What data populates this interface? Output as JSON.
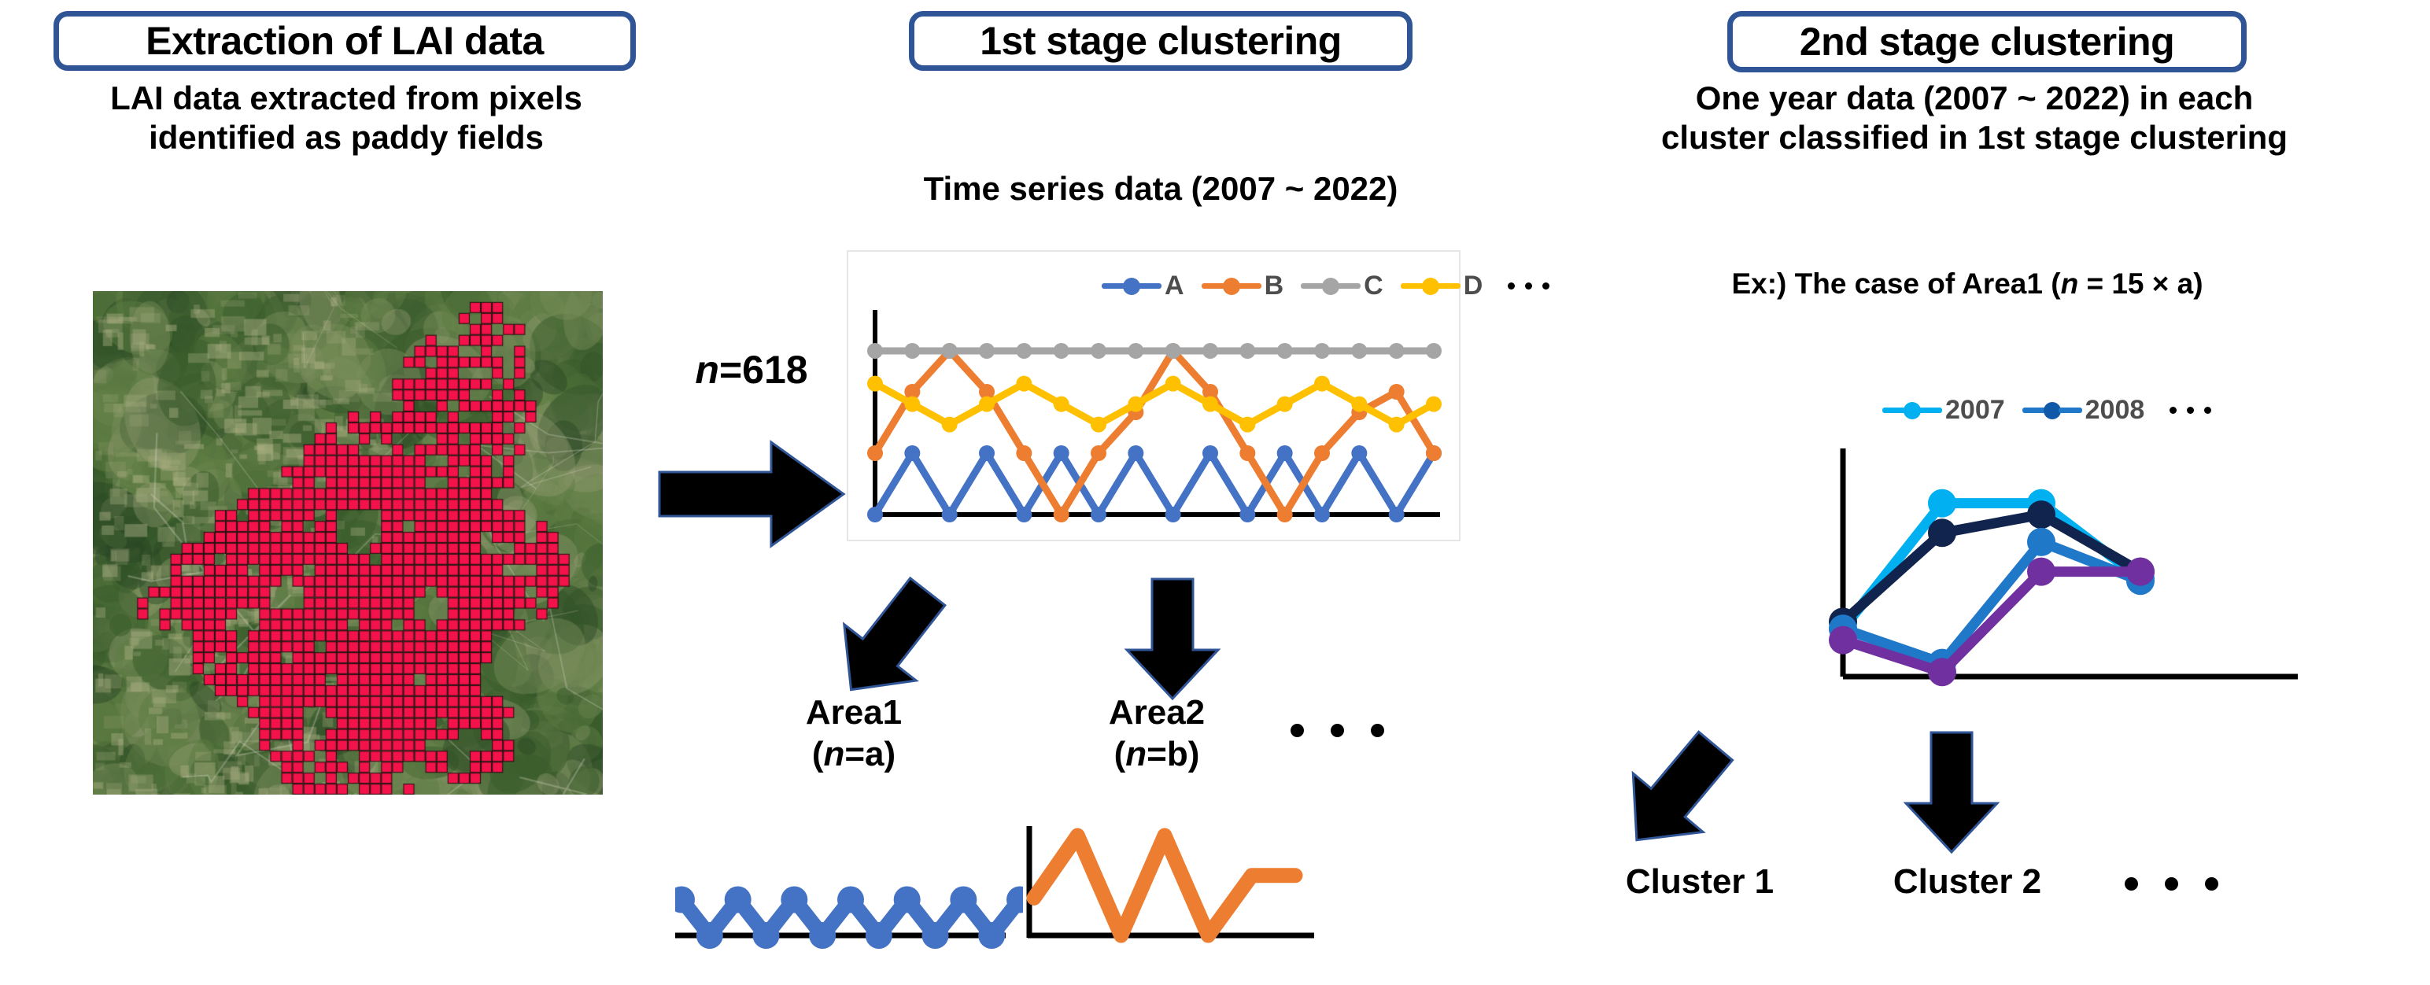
{
  "stages": [
    {
      "key": "extraction",
      "title": "Extraction of LAI data",
      "caption": "LAI data extracted from pixels\nidentified as paddy fields"
    },
    {
      "key": "stage1",
      "title": "1st stage clustering",
      "caption": "Time series data (2007 ~ 2022)"
    },
    {
      "key": "stage2",
      "title": "2nd stage clustering",
      "caption": "One year data (2007 ~ 2022) in each\ncluster classified in 1st stage clustering",
      "subcaption_prefix": "Ex:) The case of Area1 (",
      "subcaption_n": "n",
      "subcaption_suffix": " = 15 × a)"
    }
  ],
  "flow": {
    "n_label_italic": "n",
    "n_label_value": "=618",
    "area1_name": "Area1",
    "area1_n_italic": "n",
    "area1_n_value": "=a)",
    "area1_n_open": "(",
    "area2_name": "Area2",
    "area2_n_italic": "n",
    "area2_n_value": "=b)",
    "area2_n_open": "(",
    "cluster1": "Cluster 1",
    "cluster2": "Cluster 2",
    "ellipsis": "· · ·"
  },
  "colors": {
    "box_border": "#2f5597",
    "series_a": "#4472c4",
    "series_b": "#ed7d31",
    "series_c": "#a5a5a5",
    "series_d": "#ffc000",
    "year_2007": "#00b0f0",
    "year_2008": "#10244e",
    "year_extra_blue": "#1f78c8",
    "year_extra_purple": "#7030a0",
    "map_cell": "#f4124a",
    "map_land": "#4e7a40",
    "axis": "#000000"
  },
  "chart_data": [
    {
      "id": "time-series-all",
      "type": "line",
      "title": "Time series data (2007 ~ 2022)",
      "xlabel": "",
      "ylabel": "",
      "grid": false,
      "legend_position": "top-right",
      "legend_extra": "· · ·",
      "x": [
        0,
        1,
        2,
        3,
        4,
        5,
        6,
        7,
        8,
        9,
        10,
        11,
        12,
        13,
        14,
        15
      ],
      "ylim": [
        0,
        10
      ],
      "series": [
        {
          "name": "A",
          "color": "#4472c4",
          "values": [
            0,
            3,
            0,
            3,
            0,
            3,
            0,
            3,
            0,
            3,
            0,
            3,
            0,
            3,
            0,
            3
          ]
        },
        {
          "name": "B",
          "color": "#ed7d31",
          "values": [
            3,
            6,
            8,
            6,
            3,
            0,
            3,
            5,
            8,
            6,
            3,
            0,
            3,
            5,
            6,
            3
          ]
        },
        {
          "name": "C",
          "color": "#a5a5a5",
          "values": [
            8,
            8,
            8,
            8,
            8,
            8,
            8,
            8,
            8,
            8,
            8,
            8,
            8,
            8,
            8,
            8
          ]
        },
        {
          "name": "D",
          "color": "#ffc000",
          "values": [
            6.4,
            5.4,
            4.4,
            5.4,
            6.4,
            5.4,
            4.4,
            5.4,
            6.4,
            5.4,
            4.4,
            5.4,
            6.4,
            5.4,
            4.4,
            5.4
          ]
        }
      ]
    },
    {
      "id": "area1-series",
      "type": "line",
      "title": "Area1",
      "xlabel": "",
      "ylabel": "",
      "grid": false,
      "legend_position": "none",
      "x": [
        0,
        1,
        2,
        3,
        4,
        5,
        6,
        7,
        8,
        9,
        10,
        11,
        12
      ],
      "ylim": [
        0,
        2
      ],
      "series": [
        {
          "name": "Area1",
          "color": "#4472c4",
          "values": [
            1,
            0,
            1,
            0,
            1,
            0,
            1,
            0,
            1,
            0,
            1,
            0,
            1
          ]
        }
      ]
    },
    {
      "id": "area2-series",
      "type": "line",
      "title": "Area2",
      "xlabel": "",
      "ylabel": "",
      "grid": false,
      "legend_position": "none",
      "x": [
        0,
        1,
        2,
        3,
        4,
        5,
        6
      ],
      "ylim": [
        0,
        2
      ],
      "series": [
        {
          "name": "Area2",
          "color": "#ed7d31",
          "values": [
            0.75,
            2,
            0,
            2,
            0,
            1.2,
            1.2
          ]
        }
      ]
    },
    {
      "id": "one-year-area1",
      "type": "line",
      "title": "Ex:) The case of Area1 (n = 15 × a)",
      "xlabel": "",
      "ylabel": "",
      "grid": false,
      "legend_position": "top-center",
      "legend_extra": "· · ·",
      "x": [
        0,
        1,
        2,
        3
      ],
      "ylim": [
        0,
        10
      ],
      "series": [
        {
          "name": "2007",
          "color": "#00b0f0",
          "values": [
            2.1,
            7.6,
            7.6,
            4.3
          ]
        },
        {
          "name": "2008",
          "color": "#10244e",
          "values": [
            2.4,
            6.3,
            7.1,
            4.6
          ]
        },
        {
          "name": "",
          "color": "#1f78c8",
          "values": [
            2.1,
            0.6,
            5.9,
            4.2
          ]
        },
        {
          "name": "",
          "color": "#7030a0",
          "values": [
            1.6,
            0.2,
            4.6,
            4.6
          ]
        }
      ]
    }
  ],
  "map": {
    "name": "paddy-field-pixel-map",
    "cell_color": "#f4124a",
    "grid_cols": 46,
    "grid_rows": 46
  }
}
